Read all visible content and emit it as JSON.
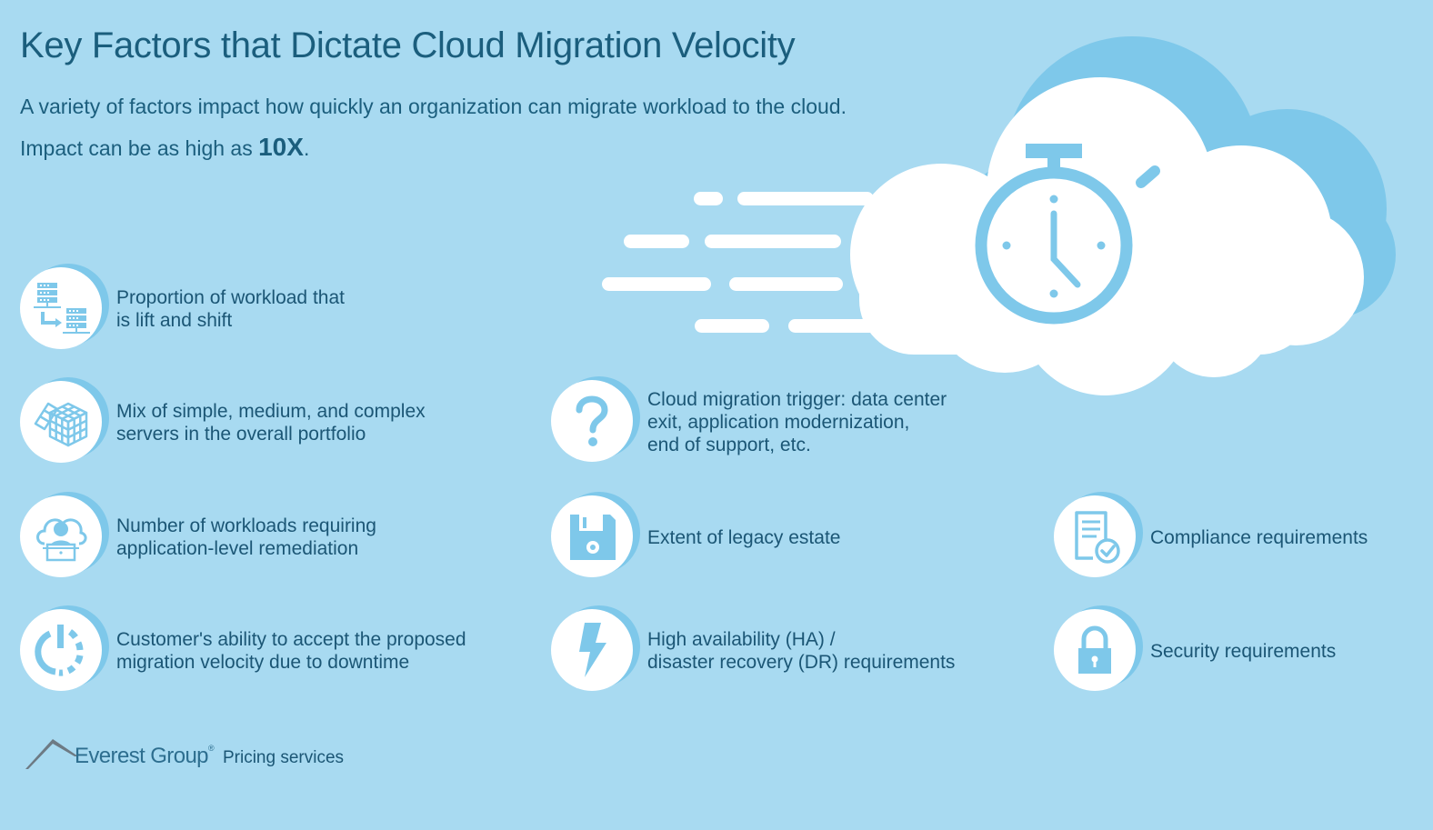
{
  "header": {
    "title": "Key Factors that Dictate Cloud Migration Velocity",
    "subtitle_line1": "A variety of factors impact how quickly an organization can migrate workload to the cloud.",
    "subtitle_line2_prefix": "Impact can be as high as ",
    "subtitle_line2_emphasis": "10X",
    "subtitle_line2_suffix": "."
  },
  "hero": {
    "icon": "stopwatch-in-cloud-icon"
  },
  "colors": {
    "background": "#a8daf1",
    "accent": "#7ec8ea",
    "text": "#1b5675",
    "white": "#ffffff"
  },
  "factors": [
    {
      "icon": "server-migration-icon",
      "line1": "Proportion of workload that",
      "line2": "is lift and shift",
      "line3": ""
    },
    {
      "icon": "cube-complexity-icon",
      "line1": "Mix of simple, medium, and complex",
      "line2": "servers in the overall portfolio",
      "line3": ""
    },
    {
      "icon": "cloud-user-laptop-icon",
      "line1": "Number of workloads requiring",
      "line2": "application-level remediation",
      "line3": ""
    },
    {
      "icon": "power-downtime-icon",
      "line1": "Customer's ability to accept the proposed",
      "line2": "migration velocity due to downtime",
      "line3": ""
    },
    {
      "icon": "question-mark-icon",
      "line1": "Cloud migration trigger: data center",
      "line2": "exit, application modernization,",
      "line3": "end of support, etc."
    },
    {
      "icon": "floppy-disk-icon",
      "line1": "Extent of legacy estate",
      "line2": "",
      "line3": ""
    },
    {
      "icon": "lightning-bolt-icon",
      "line1": "High availability (HA) /",
      "line2": "disaster recovery (DR) requirements",
      "line3": ""
    },
    {
      "icon": "compliance-document-check-icon",
      "line1": "Compliance requirements",
      "line2": "",
      "line3": ""
    },
    {
      "icon": "padlock-icon",
      "line1": "Security requirements",
      "line2": "",
      "line3": ""
    }
  ],
  "footer": {
    "brand": "Everest Group",
    "registered": "®",
    "service": "Pricing services"
  }
}
